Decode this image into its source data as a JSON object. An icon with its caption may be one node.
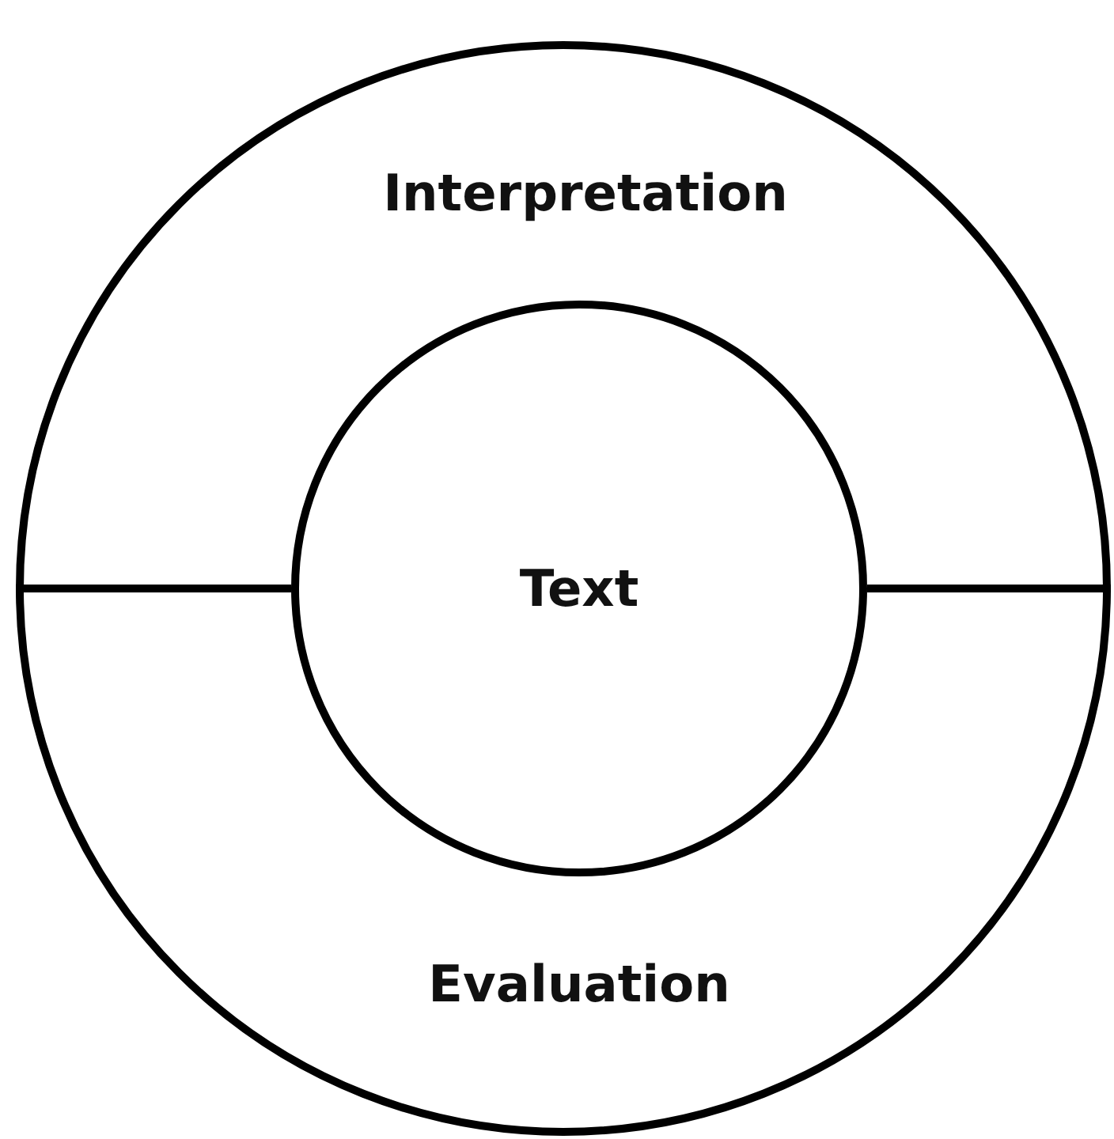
{
  "diagram": {
    "nodes": [
      {
        "text": [
          "Interpretation"
        ]
      },
      {
        "text": [
          "Evaluation"
        ]
      },
      {
        "text": [
          "Text"
        ]
      }
    ]
  }
}
